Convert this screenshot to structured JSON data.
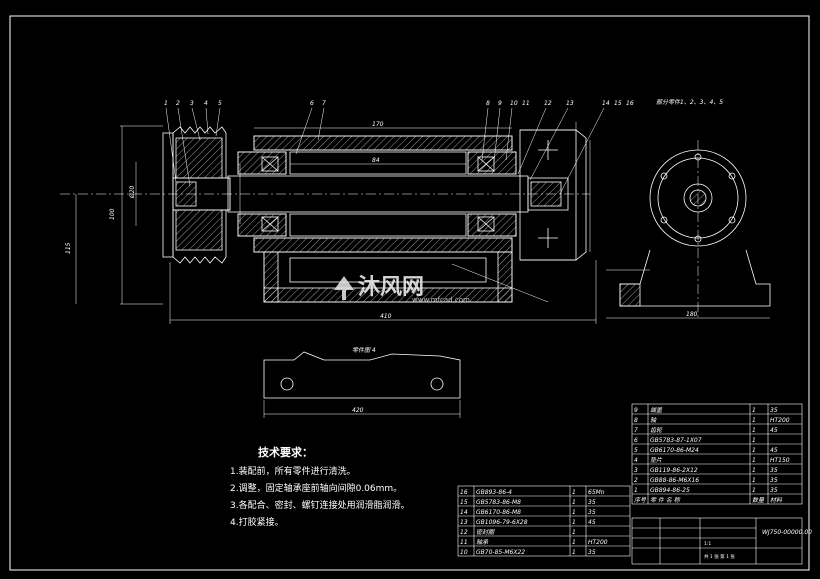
{
  "palette": {
    "background": "#000000",
    "line": "#ffffff",
    "hatch": "#ffffff",
    "watermark": "#e8e8e8"
  },
  "tech_requirements": {
    "title": "技术要求：",
    "items": [
      "1.装配前，所有零件进行清洗。",
      "2.调整，固定轴承座前轴向间隙0.06mm。",
      "3.各配合、密封、螺钉连接处用润滑脂润滑。",
      "4.打胶紧接。"
    ]
  },
  "part_balloons": [
    "1",
    "2",
    "3",
    "4",
    "5",
    "6",
    "7",
    "8",
    "9",
    "10",
    "11",
    "12",
    "13",
    "14",
    "15",
    "16"
  ],
  "view_label": "零件图 4",
  "side_view_label": "部分零件1、2、3、4、5",
  "watermark": {
    "brand": "沐风网",
    "url": "www.mfcad.com"
  },
  "bom_upper": [
    {
      "no": "9",
      "name": "端盖",
      "qty": "1",
      "mat": "35"
    },
    {
      "no": "8",
      "name": "轴",
      "qty": "1",
      "mat": "HT200"
    },
    {
      "no": "7",
      "name": "齿轮",
      "qty": "1",
      "mat": "45"
    },
    {
      "no": "6",
      "name": "GB5783-87-1X07",
      "qty": "1",
      "mat": ""
    },
    {
      "no": "5",
      "name": "GB6170-86-M24",
      "qty": "1",
      "mat": "45"
    },
    {
      "no": "4",
      "name": "垫片",
      "qty": "1",
      "mat": "HT150"
    },
    {
      "no": "3",
      "name": "GB119-86-2X12",
      "qty": "1",
      "mat": "35"
    },
    {
      "no": "2",
      "name": "GB88-86-M6X16",
      "qty": "1",
      "mat": "35"
    },
    {
      "no": "1",
      "name": "GB894-86-25",
      "qty": "1",
      "mat": "35"
    }
  ],
  "bom_upper_header": {
    "no": "序号",
    "name": "零 件 名 称",
    "qty": "数量",
    "mat": "材料"
  },
  "bom_lower": [
    {
      "no": "16",
      "name": "GB893-86-4",
      "qty": "1",
      "mat": "65Mn"
    },
    {
      "no": "15",
      "name": "GB5783-86-M8",
      "qty": "1",
      "mat": "35"
    },
    {
      "no": "14",
      "name": "GB6170-86-M8",
      "qty": "1",
      "mat": "35"
    },
    {
      "no": "13",
      "name": "GB1096-79-6X28",
      "qty": "1",
      "mat": "45"
    },
    {
      "no": "12",
      "name": "密封圈",
      "qty": "1",
      "mat": ""
    },
    {
      "no": "11",
      "name": "轴承",
      "qty": "1",
      "mat": "HT200"
    },
    {
      "no": "10",
      "name": "GB70-85-M6X22",
      "qty": "1",
      "mat": "35"
    }
  ],
  "title_block": {
    "drawing_title": "WJ750-00000.00",
    "scale": "1:1",
    "sheet": "共 1 张 第 1 张"
  }
}
